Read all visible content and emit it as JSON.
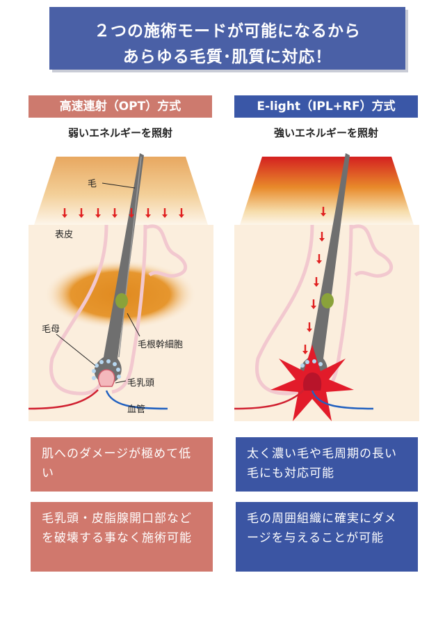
{
  "banner": {
    "line1": "２つの施術モードが可能になるから",
    "line2": "あらゆる毛質･肌質に対応！"
  },
  "left": {
    "header": "高速連射（OPT）方式",
    "subtitle": "弱いエネルギーを照射",
    "labels": {
      "hair": "毛",
      "epidermis": "表皮",
      "hair_matrix": "毛母",
      "stem_cell": "毛根幹細胞",
      "papilla": "毛乳頭",
      "vessel": "血管"
    },
    "box1": "肌へのダメージが極めて低い",
    "box2": "毛乳頭・皮脂腺開口部などを破壊する事なく施術可能"
  },
  "right": {
    "header": "E-light（IPL+RF）方式",
    "subtitle": "強いエネルギーを照射",
    "box1": "太く濃い毛や毛周期の長い毛にも対応可能",
    "box2": "毛の周囲組織に確実にダメージを与えることが可能"
  },
  "colors": {
    "pink": "#d0786d",
    "blue": "#3b55a3",
    "banner": "#4a60a6",
    "skin": "#fbeedd",
    "arrow": "#e02020"
  }
}
